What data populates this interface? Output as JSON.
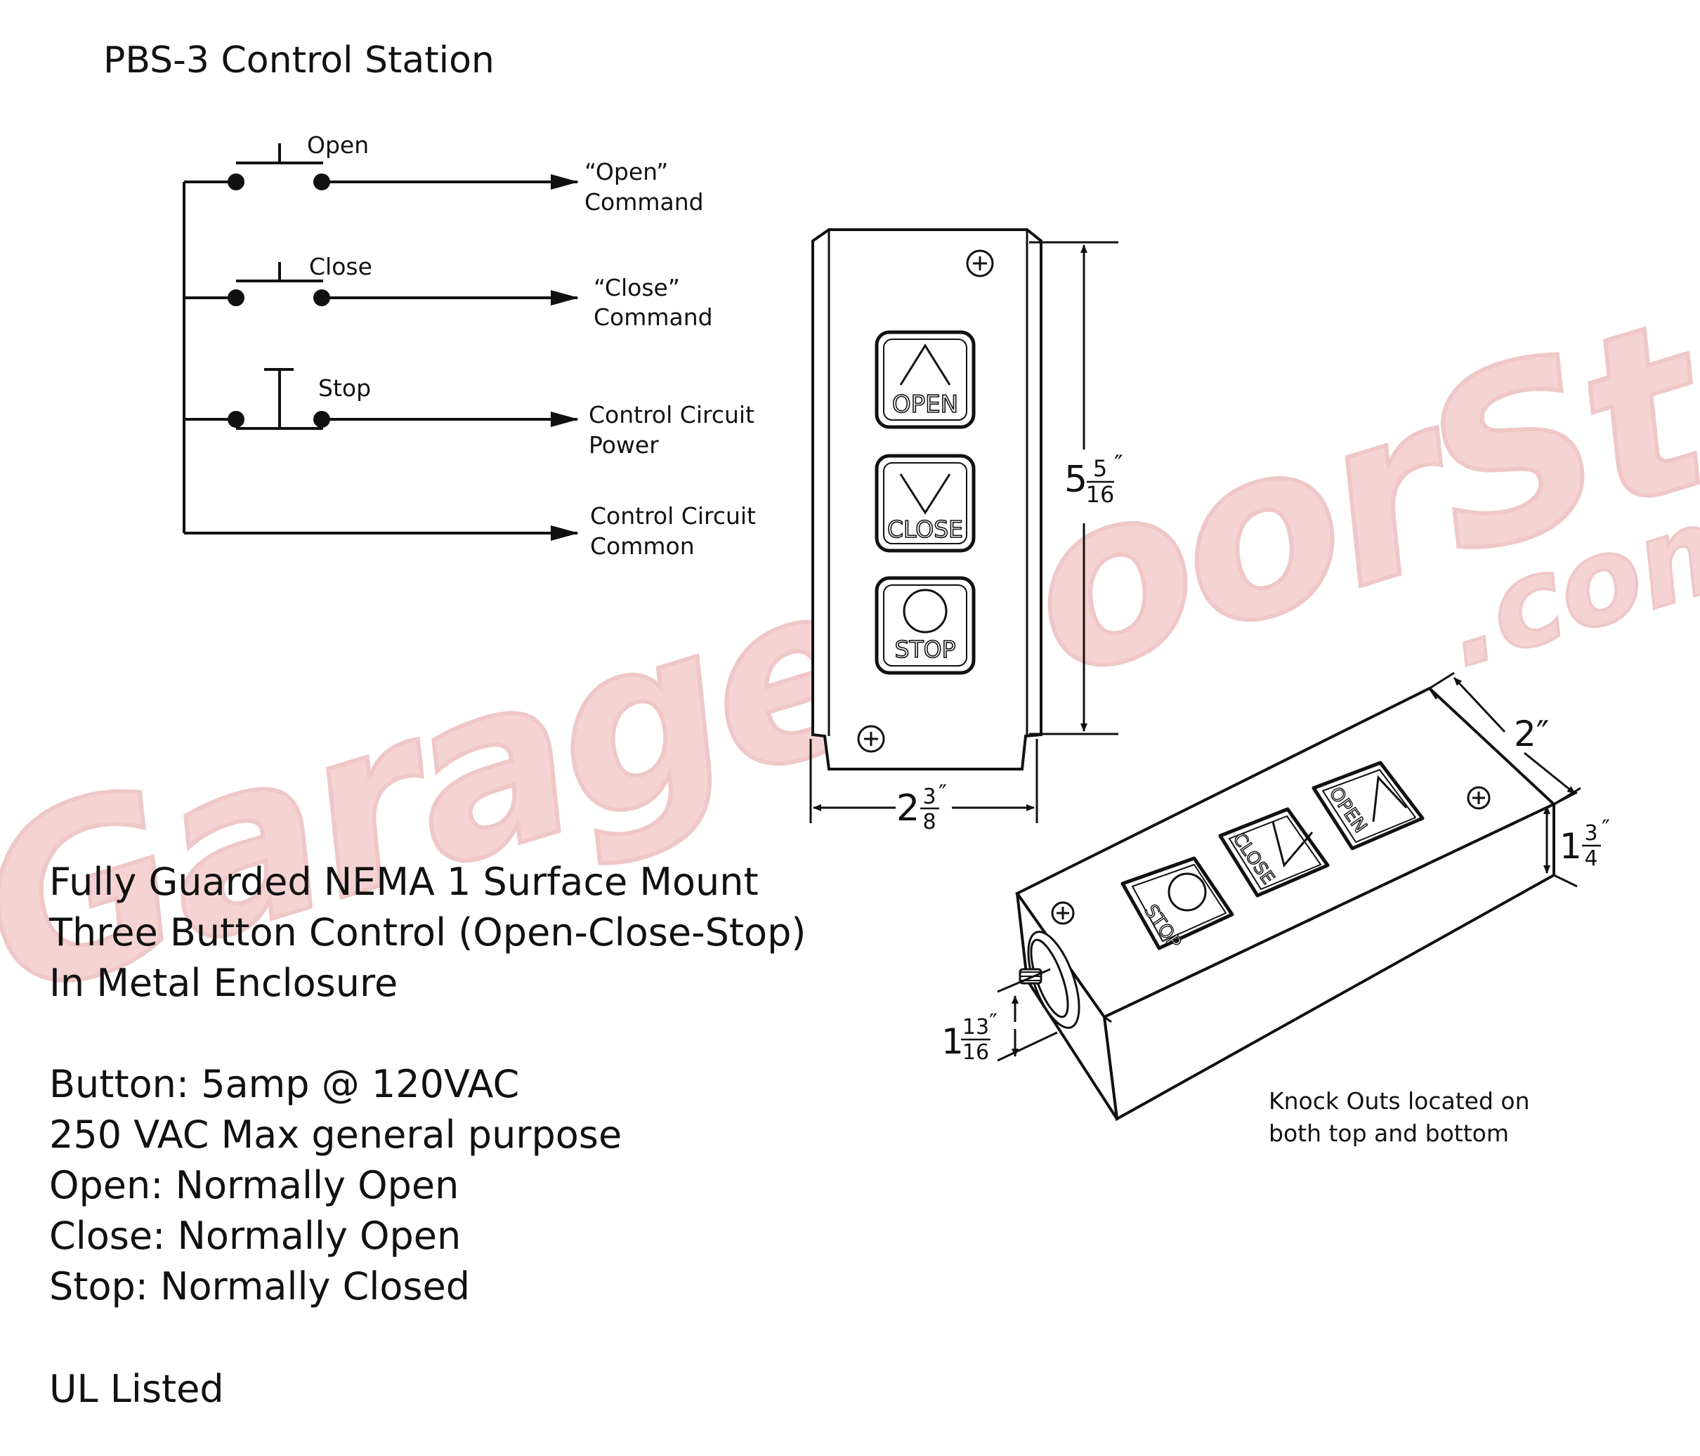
{
  "title": "PBS-3 Control Station",
  "watermark": {
    "brand": "GarageDoorStuff",
    "domain": ".com",
    "color": "#e06666"
  },
  "schematic": {
    "switches": [
      {
        "label": "Open",
        "output_line1": "“Open”",
        "output_line2": "Command"
      },
      {
        "label": "Close",
        "output_line1": "“Close”",
        "output_line2": "Command"
      },
      {
        "label": "Stop",
        "output_line1": "Control Circuit",
        "output_line2": "Power"
      }
    ],
    "common": {
      "output_line1": "Control Circuit",
      "output_line2": "Common"
    }
  },
  "buttons": {
    "open": "OPEN",
    "close": "CLOSE",
    "stop": "STOP"
  },
  "dimensions": {
    "height": {
      "whole": "5",
      "num": "5",
      "den": "16",
      "unit": "″"
    },
    "width": {
      "whole": "2",
      "num": "3",
      "den": "8",
      "unit": "″"
    },
    "depth": {
      "text": "2″"
    },
    "side_height": {
      "whole": "1",
      "num": "3",
      "den": "4",
      "unit": "″"
    },
    "knockout": {
      "whole": "1",
      "num": "13",
      "den": "16",
      "unit": "″"
    }
  },
  "knockout_note": {
    "line1": "Knock Outs located on",
    "line2": "both top and bottom"
  },
  "specs": {
    "desc1": "Fully Guarded NEMA 1 Surface Mount",
    "desc2": "Three Button Control (Open-Close-Stop)",
    "desc3": "In Metal Enclosure",
    "rating1": "Button: 5amp @ 120VAC",
    "rating2": "250 VAC Max general purpose",
    "open": "Open: Normally Open",
    "close": "Close: Normally Open",
    "stop": "Stop: Normally Closed",
    "ul": "UL Listed"
  }
}
